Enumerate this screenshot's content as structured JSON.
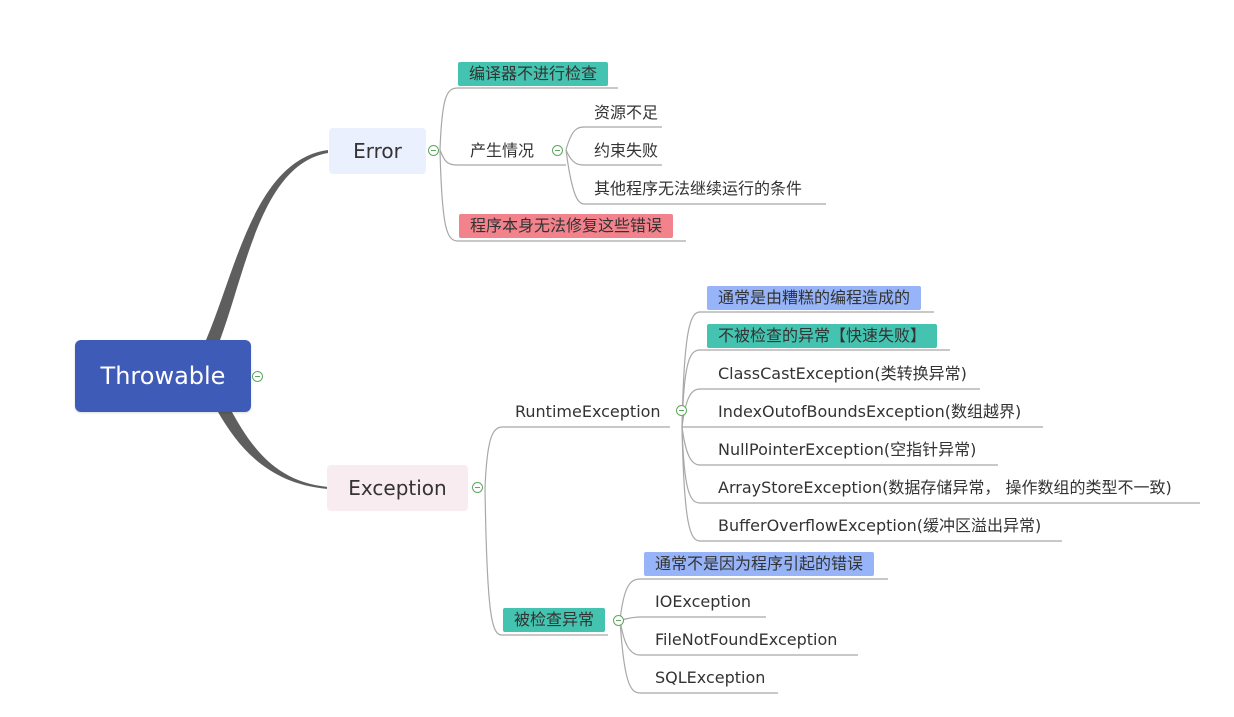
{
  "diagram": {
    "root": {
      "label": "Throwable"
    },
    "error": {
      "label": "Error",
      "children": {
        "not_checked": "编译器不进行检查",
        "occurrence": {
          "label": "产生情况",
          "items": [
            "资源不足",
            "约束失败",
            "其他程序无法继续运行的条件"
          ]
        },
        "unrepairable": "程序本身无法修复这些错误"
      }
    },
    "exception": {
      "label": "Exception",
      "runtime": {
        "label": "RuntimeException",
        "items": [
          "通常是由糟糕的编程造成的",
          "不被检查的异常【快速失败】",
          "ClassCastException(类转换异常)",
          "IndexOutofBoundsException(数组越界)",
          "NullPointerException(空指针异常)",
          "ArrayStoreException(数据存储异常， 操作数组的类型不一致)",
          "BufferOverflowException(缓冲区溢出异常)"
        ]
      },
      "checked": {
        "label": "被检查异常",
        "items": [
          "通常不是因为程序引起的错误",
          "IOException",
          "FileNotFoundException",
          "SQLException"
        ]
      }
    }
  },
  "colors": {
    "root_fill": "#3F5BB8",
    "teal_tag": "#44C4B0",
    "pink_tag": "#F2828C",
    "blue_tag": "#96B4F7",
    "main_branch": "#5E5E5E",
    "sub_line": "#A8A8A8",
    "toggle": "#5FA65F"
  },
  "icons": {
    "collapse_toggle": "circle-minus-icon"
  }
}
